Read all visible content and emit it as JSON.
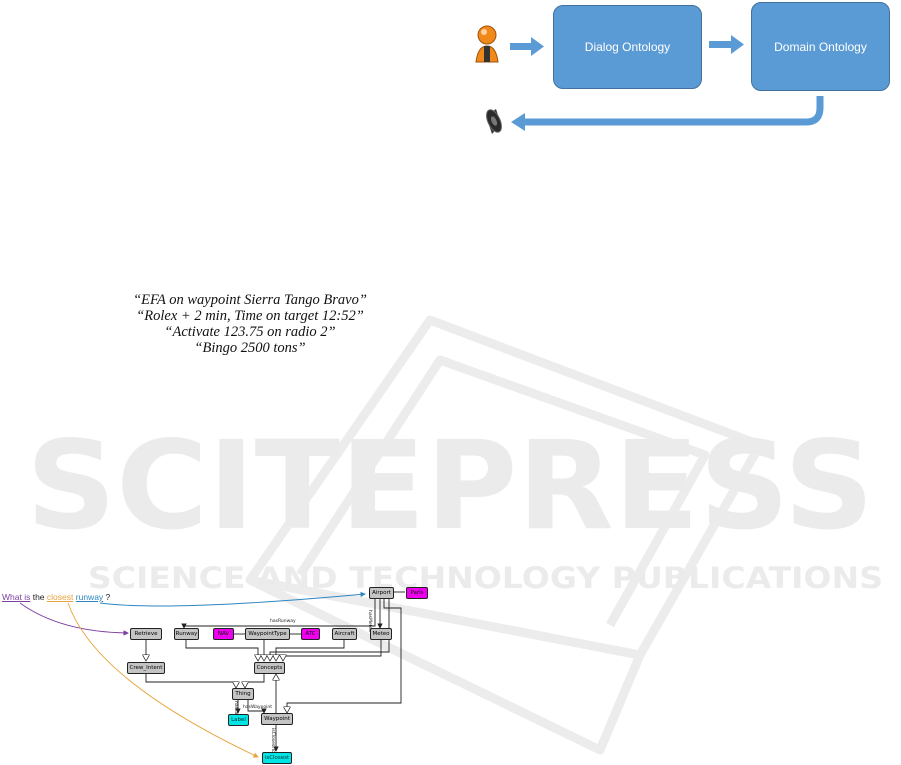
{
  "watermark": {
    "main": "SCITEPRESS",
    "sub": "SCIENCE AND TECHNOLOGY PUBLICATIONS"
  },
  "flow": {
    "dialog_box": "Dialog Ontology",
    "domain_box": "Domain Ontology",
    "user_icon": "user-person-icon",
    "speaker_icon": "speaker-icon",
    "box_color": "#5b9bd5"
  },
  "quotes": [
    "“EFA on waypoint Sierra Tango Bravo”",
    "“Rolex + 2 min, Time on target 12:52”",
    "“Activate 123.75 on radio 2”",
    "“Bingo 2500 tons”"
  ],
  "question": {
    "what_is": "What is",
    "the": "the",
    "closest": "closest",
    "runway": "runway",
    "qmark": "?"
  },
  "graph": {
    "nodes": {
      "airport": "Airport",
      "paris": "Paris",
      "retrieve": "Retrieve",
      "runway": "Runway",
      "nav": "NAV",
      "waypoint_type": "WaypointType",
      "atc": "ATC",
      "aircraft": "Aircraft",
      "meteo": "Meteo",
      "crew_intent": "Crew_Intent",
      "concepts": "Concepts",
      "thing": "Thing",
      "label": "Label",
      "waypoint": "Waypoint",
      "is_closest": "isClosest"
    },
    "edge_labels": {
      "has_runway": "hasRunway",
      "has_waypoint": "hasWaypoint",
      "has_meteo": "hasMeteo",
      "has_label": "hasLabel",
      "closest_to": "isClosestTo"
    },
    "colors": {
      "concept": "#c4c4c4",
      "instance": "#ee00ee",
      "property": "#00e5e5",
      "what_is_arrow": "#7b3fa0",
      "closest_arrow": "#e8a33c",
      "runway_arrow": "#2e86c1"
    }
  }
}
